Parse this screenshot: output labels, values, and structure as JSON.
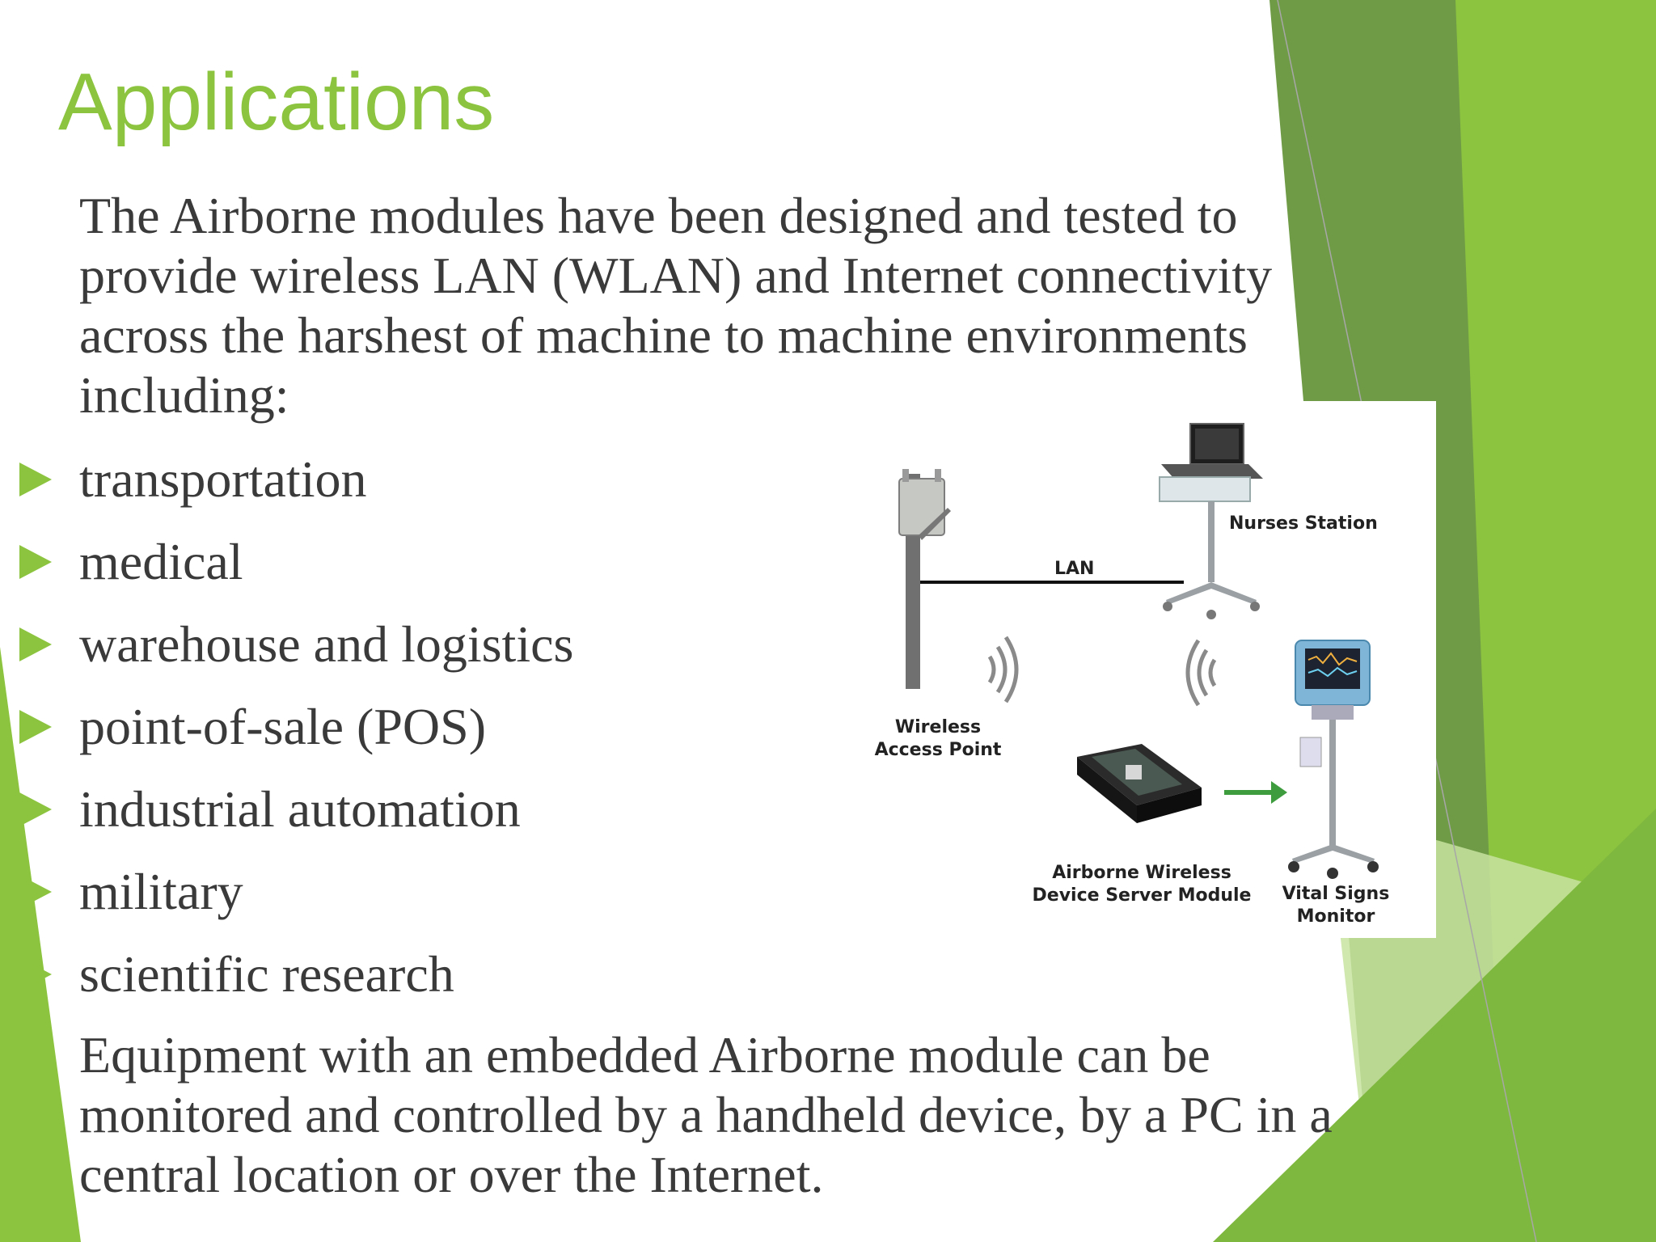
{
  "slide": {
    "title": "Applications",
    "intro_lines": [
      "The Airborne modules have been designed and tested to",
      "provide wireless LAN (WLAN) and Internet connectivity",
      "across the harshest of machine to machine environments",
      "including:"
    ],
    "bullets": [
      "transportation",
      "medical",
      "warehouse and logistics",
      "point-of-sale (POS)",
      "industrial automation",
      "military",
      "scientific research"
    ],
    "closing_lines": [
      "Equipment with an embedded Airborne module can be",
      "monitored and controlled by a handheld device, by a PC in a",
      "central location or over the Internet."
    ]
  },
  "diagram": {
    "lan_label": "LAN",
    "nurses_station_label": "Nurses Station",
    "access_point_label": [
      "Wireless",
      "Access Point"
    ],
    "module_label": [
      "Airborne Wireless",
      "Device Server Module"
    ],
    "monitor_label": [
      "Vital Signs",
      "Monitor"
    ]
  },
  "colors": {
    "accent_green": "#8cc43f",
    "dark_green": "#6f9b47",
    "light_green": "#c8e3a0",
    "text": "#3a3a3a"
  }
}
